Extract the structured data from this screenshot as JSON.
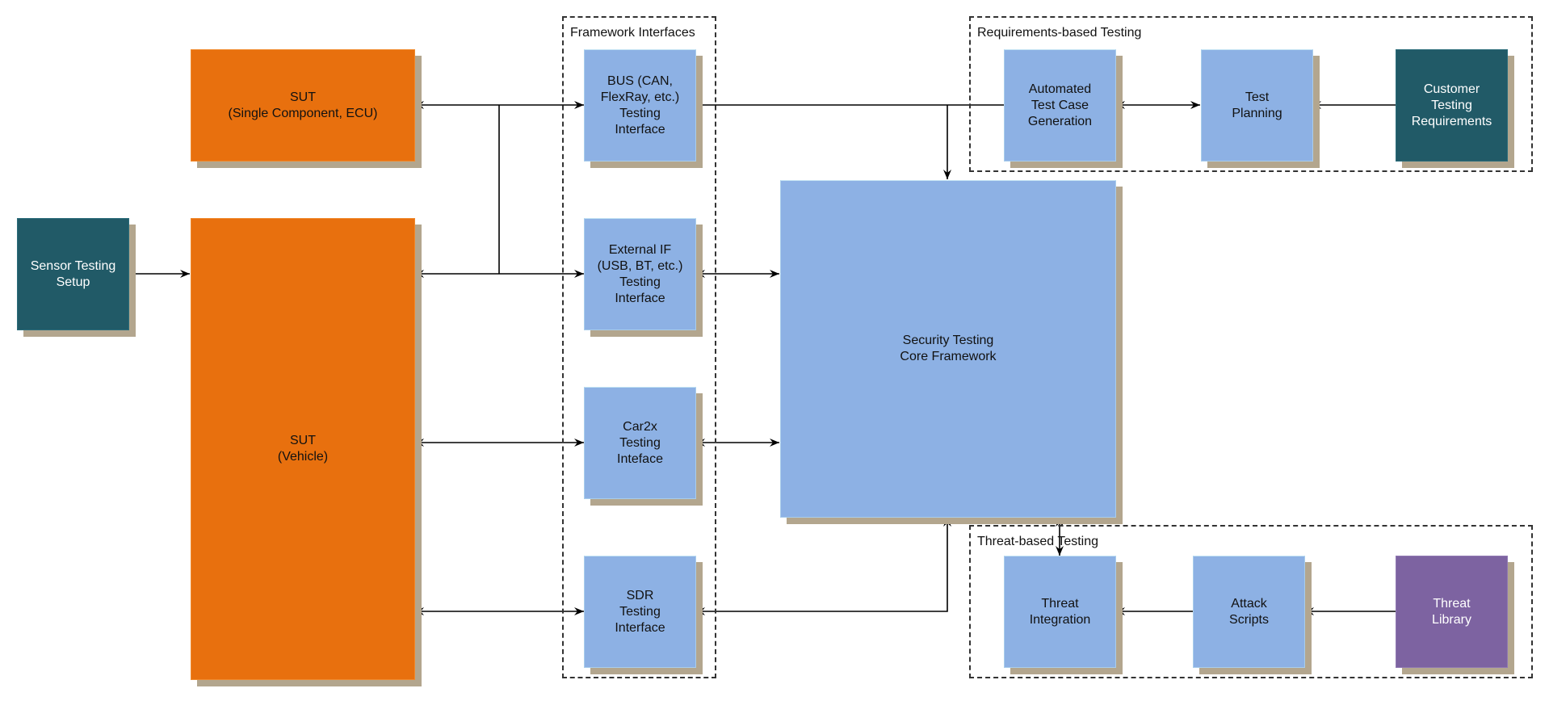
{
  "groups": {
    "framework_interfaces": "Framework Interfaces",
    "requirements_testing": "Requirements-based Testing",
    "threat_testing": "Threat-based Testing"
  },
  "nodes": {
    "sensor_setup": "Sensor Testing\nSetup",
    "sut_component": "SUT\n(Single Component, ECU)",
    "sut_vehicle": "SUT\n(Vehicle)",
    "bus_interface": "BUS (CAN,\nFlexRay, etc.)\nTesting\nInterface",
    "external_interface": "External IF\n(USB, BT, etc.)\nTesting\nInterface",
    "car2x_interface": "Car2x\nTesting\nInteface",
    "sdr_interface": "SDR\nTesting\nInterface",
    "core_framework": "Security Testing\nCore Framework",
    "automated_generation": "Automated\nTest Case\nGeneration",
    "test_planning": "Test\nPlanning",
    "customer_requirements": "Customer\nTesting\nRequirements",
    "threat_integration": "Threat\nIntegration",
    "attack_scripts": "Attack\nScripts",
    "threat_library": "Threat\nLibrary"
  },
  "colors": {
    "interface_blue": "#8db1e4",
    "sut_orange": "#e8700e",
    "source_teal": "#215a67",
    "threat_purple": "#7d63a1",
    "shadow": "#b3a68e"
  },
  "edges": [
    {
      "from": "sensor_setup",
      "to": "sut_vehicle",
      "direction": "forward"
    },
    {
      "from": "sut_component",
      "to": "bus_interface",
      "direction": "both"
    },
    {
      "from": "sut_vehicle",
      "to": "external_interface",
      "direction": "both"
    },
    {
      "from": "sut_component",
      "to": "external_interface",
      "direction": "junction"
    },
    {
      "from": "sut_vehicle",
      "to": "car2x_interface",
      "direction": "both"
    },
    {
      "from": "sut_vehicle",
      "to": "sdr_interface",
      "direction": "both"
    },
    {
      "from": "external_interface",
      "to": "core_framework",
      "direction": "both"
    },
    {
      "from": "car2x_interface",
      "to": "core_framework",
      "direction": "both"
    },
    {
      "from": "sdr_interface",
      "to": "core_framework",
      "direction": "forward"
    },
    {
      "from": "automated_generation",
      "to": "core_framework",
      "direction": "forward"
    },
    {
      "from": "bus_interface",
      "to": "automated_generation",
      "direction": "none"
    },
    {
      "from": "automated_generation",
      "to": "test_planning",
      "direction": "both"
    },
    {
      "from": "customer_requirements",
      "to": "test_planning",
      "direction": "forward"
    },
    {
      "from": "core_framework",
      "to": "threat_integration",
      "direction": "both"
    },
    {
      "from": "attack_scripts",
      "to": "threat_integration",
      "direction": "forward"
    },
    {
      "from": "threat_library",
      "to": "attack_scripts",
      "direction": "forward"
    }
  ]
}
